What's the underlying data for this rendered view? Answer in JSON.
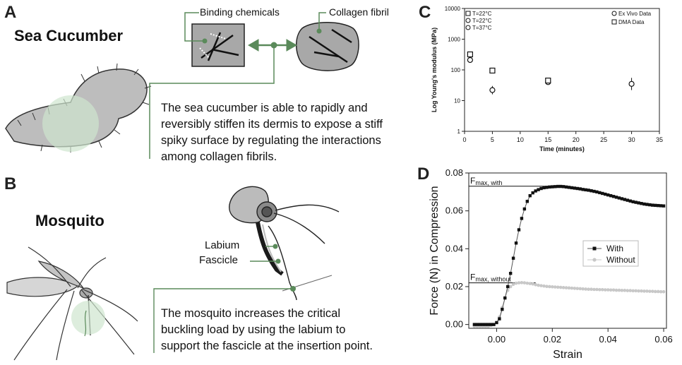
{
  "panels": {
    "a": {
      "letter": "A",
      "title": "Sea Cucumber",
      "label_binding": "Binding chemicals",
      "label_collagen": "Collagen fibril",
      "description_lines": [
        "The sea cucumber is able to rapidly and",
        "reversibly stiffen its dermis to expose a stiff",
        "spiky surface by regulating the interactions",
        "among collagen fibrils."
      ]
    },
    "b": {
      "letter": "B",
      "title": "Mosquito",
      "label_labium": "Labium",
      "label_fascicle": "Fascicle",
      "description_lines": [
        "The mosquito increases the critical",
        "buckling load by using the labium to",
        "support the fascicle at the insertion point."
      ]
    },
    "c": {
      "letter": "C"
    },
    "d": {
      "letter": "D"
    }
  },
  "colors": {
    "accent_green": "#5a8a5a",
    "skin_gray": "#bdbdbd",
    "glow_green": "#cfe6cf"
  },
  "chart_data": [
    {
      "type": "scatter",
      "panel": "C",
      "xlabel": "Time (minutes)",
      "ylabel": "Log Young's modulus (MPa)",
      "xlim": [
        0,
        35
      ],
      "ylim": [
        1,
        10000
      ],
      "log_y": true,
      "x_ticks": [
        "0",
        "5",
        "10",
        "15",
        "20",
        "25",
        "30",
        "35"
      ],
      "y_ticks": [
        "1",
        "10",
        "100",
        "1000",
        "10000"
      ],
      "legend": [
        "Ex Vivo Data",
        "DMA Data"
      ],
      "legend_position": "top-right",
      "inset_legend": [
        "T=22°C",
        "T=22°C",
        "T=37°C"
      ],
      "series": [
        {
          "name": "Ex Vivo Data",
          "marker": "circle",
          "points": [
            {
              "x": 1,
              "y": 210,
              "err_lo": 170,
              "err_hi": 260
            },
            {
              "x": 5,
              "y": 22,
              "err_lo": 16,
              "err_hi": 30
            },
            {
              "x": 15,
              "y": 40,
              "err_lo": 36,
              "err_hi": 44
            },
            {
              "x": 30,
              "y": 35,
              "err_lo": 22,
              "err_hi": 55
            }
          ]
        },
        {
          "name": "DMA Data",
          "marker": "square",
          "points": [
            {
              "x": 1,
              "y": 320
            },
            {
              "x": 5,
              "y": 95
            },
            {
              "x": 15,
              "y": 45
            }
          ]
        }
      ]
    },
    {
      "type": "line",
      "panel": "D",
      "xlabel": "Strain",
      "ylabel": "Force (N) in Compression",
      "xlim": [
        -0.01,
        0.061
      ],
      "ylim": [
        -0.002,
        0.08
      ],
      "x_ticks": [
        "0.00",
        "0.02",
        "0.04",
        "0.06"
      ],
      "y_ticks": [
        "0.00",
        "0.02",
        "0.04",
        "0.06",
        "0.08"
      ],
      "legend": [
        "With",
        "Without"
      ],
      "legend_position": "center-right",
      "annotations": [
        {
          "label_main": "F",
          "label_sub": "max, with",
          "y": 0.073
        },
        {
          "label_main": "F",
          "label_sub": "max, without",
          "y": 0.022
        }
      ],
      "series": [
        {
          "name": "With",
          "marker": "square",
          "color": "#111111",
          "x": [
            -0.008,
            -0.007,
            -0.006,
            -0.005,
            -0.004,
            -0.003,
            -0.002,
            -0.001,
            0.0,
            0.001,
            0.002,
            0.003,
            0.004,
            0.005,
            0.006,
            0.007,
            0.008,
            0.009,
            0.01,
            0.011,
            0.012,
            0.013,
            0.014,
            0.015,
            0.016,
            0.017,
            0.018,
            0.019,
            0.02,
            0.021,
            0.022,
            0.023,
            0.024,
            0.025,
            0.026,
            0.027,
            0.028,
            0.029,
            0.03,
            0.031,
            0.032,
            0.033,
            0.034,
            0.035,
            0.036,
            0.037,
            0.038,
            0.039,
            0.04,
            0.041,
            0.042,
            0.043,
            0.044,
            0.045,
            0.046,
            0.047,
            0.048,
            0.049,
            0.05,
            0.051,
            0.052,
            0.053,
            0.054,
            0.055,
            0.056,
            0.057,
            0.058,
            0.059,
            0.06
          ],
          "y": [
            0.0,
            0.0,
            0.0,
            0.0,
            0.0,
            0.0,
            0.0,
            0.0,
            0.001,
            0.003,
            0.008,
            0.014,
            0.02,
            0.027,
            0.035,
            0.043,
            0.05,
            0.056,
            0.061,
            0.065,
            0.068,
            0.0695,
            0.0705,
            0.0712,
            0.0718,
            0.0722,
            0.0724,
            0.0726,
            0.0727,
            0.0728,
            0.0729,
            0.0729,
            0.0728,
            0.0726,
            0.0724,
            0.0722,
            0.072,
            0.0718,
            0.0716,
            0.0713,
            0.0711,
            0.0709,
            0.0706,
            0.0703,
            0.07,
            0.0696,
            0.0692,
            0.0688,
            0.0684,
            0.068,
            0.0676,
            0.0672,
            0.0668,
            0.0664,
            0.066,
            0.0656,
            0.0652,
            0.0648,
            0.0645,
            0.0642,
            0.0639,
            0.0636,
            0.0634,
            0.0632,
            0.063,
            0.0629,
            0.0628,
            0.0627,
            0.0626
          ]
        },
        {
          "name": "Without",
          "marker": "circle",
          "color": "#c8c8c8",
          "x": [
            -0.008,
            -0.007,
            -0.006,
            -0.005,
            -0.004,
            -0.003,
            -0.002,
            -0.001,
            0.0,
            0.001,
            0.002,
            0.003,
            0.004,
            0.005,
            0.006,
            0.007,
            0.008,
            0.009,
            0.01,
            0.011,
            0.012,
            0.013,
            0.014,
            0.015,
            0.016,
            0.017,
            0.018,
            0.019,
            0.02,
            0.021,
            0.022,
            0.023,
            0.024,
            0.025,
            0.026,
            0.027,
            0.028,
            0.029,
            0.03,
            0.031,
            0.032,
            0.033,
            0.034,
            0.035,
            0.036,
            0.037,
            0.038,
            0.039,
            0.04,
            0.041,
            0.042,
            0.043,
            0.044,
            0.045,
            0.046,
            0.047,
            0.048,
            0.049,
            0.05,
            0.051,
            0.052,
            0.053,
            0.054,
            0.055,
            0.056,
            0.057,
            0.058,
            0.059,
            0.06
          ],
          "y": [
            -0.001,
            -0.001,
            -0.001,
            -0.001,
            -0.001,
            -0.001,
            -0.0005,
            0.0,
            0.001,
            0.004,
            0.009,
            0.014,
            0.018,
            0.02,
            0.0212,
            0.0218,
            0.022,
            0.0221,
            0.022,
            0.0218,
            0.0216,
            0.0214,
            0.021,
            0.0207,
            0.0205,
            0.0203,
            0.0201,
            0.02,
            0.0199,
            0.0198,
            0.0197,
            0.0196,
            0.0195,
            0.0194,
            0.0193,
            0.0192,
            0.0191,
            0.019,
            0.0189,
            0.0188,
            0.0187,
            0.0186,
            0.0186,
            0.0185,
            0.0185,
            0.0184,
            0.0184,
            0.0183,
            0.0183,
            0.0182,
            0.0182,
            0.0181,
            0.0181,
            0.018,
            0.018,
            0.0179,
            0.0179,
            0.0178,
            0.0178,
            0.0177,
            0.0177,
            0.0176,
            0.0176,
            0.0175,
            0.0175,
            0.0174,
            0.0174,
            0.0173,
            0.0173
          ]
        }
      ]
    }
  ]
}
